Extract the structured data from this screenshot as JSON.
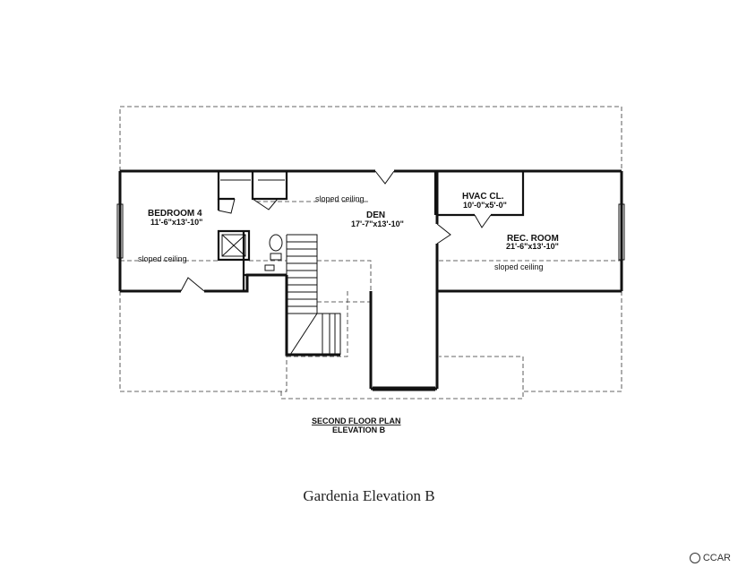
{
  "plan": {
    "rooms": [
      {
        "name": "BEDROOM 4",
        "dims": "11'-6\"x13'-10\""
      },
      {
        "name": "DEN",
        "dims": "17'-7\"x13'-10\""
      },
      {
        "name": "HVAC CL.",
        "dims": "10'-0\"x5'-0\""
      },
      {
        "name": "REC. ROOM",
        "dims": "21'-6\"x13'-10\""
      }
    ],
    "notes": [
      "sloped ceiling",
      "sloped ceiling",
      "sloped ceiling"
    ],
    "title_line1": "SECOND FLOOR PLAN",
    "title_line2": "ELEVATION B"
  },
  "caption": "Gardenia Elevation B",
  "watermark": "CCAR"
}
